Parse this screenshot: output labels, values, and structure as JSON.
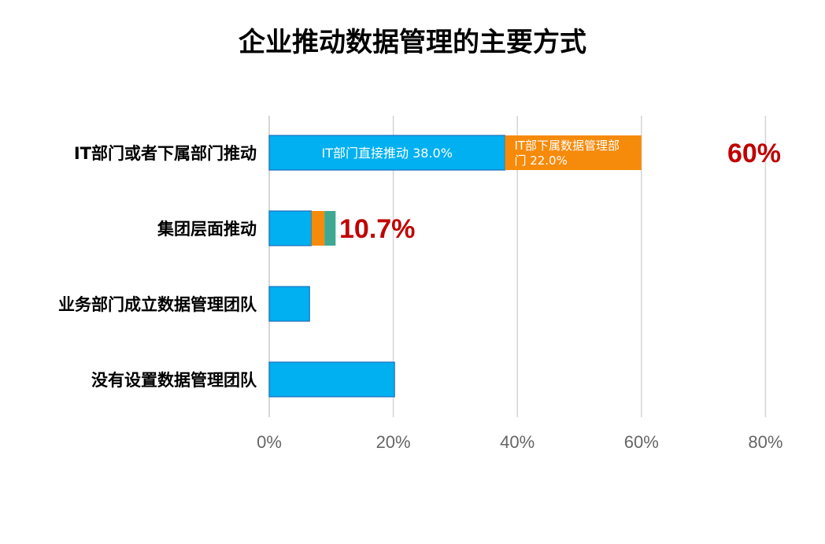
{
  "chart_data": {
    "type": "bar",
    "orientation": "horizontal",
    "stacked": true,
    "title": "企业推动数据管理的主要方式",
    "categories": [
      "IT部门或者下属部门推动",
      "集团层面推动",
      "业务部门成立数据管理团队",
      "没有设置数据管理团队"
    ],
    "series": [
      {
        "values": [
          38.0,
          6.8,
          6.5,
          20.2
        ],
        "color": "#00B0F0",
        "labels": [
          "IT部门直接推动 38.0%",
          "",
          "",
          ""
        ]
      },
      {
        "values": [
          22.0,
          2.1,
          0,
          0
        ],
        "color": "#F68A0A",
        "labels": [
          "IT部下属数据管理部门 22.0%",
          "",
          "",
          ""
        ]
      },
      {
        "values": [
          0,
          1.8,
          0,
          0
        ],
        "color": "#3FA893",
        "labels": [
          "",
          "",
          "",
          ""
        ]
      }
    ],
    "totals": [
      "60%",
      "10.7%",
      "",
      ""
    ],
    "total_label_color": "#C00000",
    "xlim": [
      0,
      80
    ],
    "xticks": [
      "0%",
      "20%",
      "40%",
      "60%",
      "80%"
    ],
    "grid": true
  }
}
